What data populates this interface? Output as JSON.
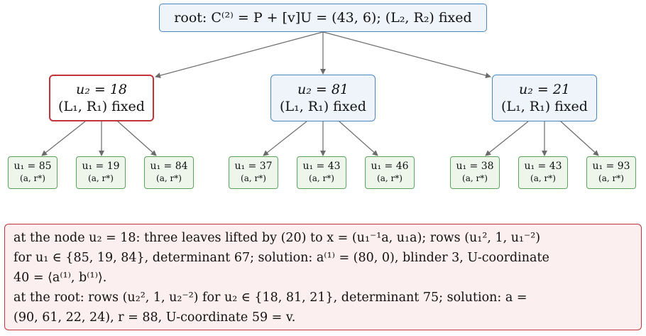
{
  "root": {
    "text": "root: C⁽²⁾ = P + [v]U = (43, 6); (L₂, R₂) fixed"
  },
  "mid_nodes": [
    {
      "line1": "u₂ = 18",
      "line2": "(L₁, R₁) fixed"
    },
    {
      "line1": "u₂ = 81",
      "line2": "(L₁, R₁) fixed"
    },
    {
      "line1": "u₂ = 21",
      "line2": "(L₁, R₁) fixed"
    }
  ],
  "leaves": [
    {
      "value": "u₁ = 85",
      "sub": "(a, r*)"
    },
    {
      "value": "u₁ = 19",
      "sub": "(a, r*)"
    },
    {
      "value": "u₁ = 84",
      "sub": "(a, r*)"
    },
    {
      "value": "u₁ = 37",
      "sub": "(a, r*)"
    },
    {
      "value": "u₁ = 43",
      "sub": "(a, r*)"
    },
    {
      "value": "u₁ = 46",
      "sub": "(a, r*)"
    },
    {
      "value": "u₁ = 38",
      "sub": "(a, r*)"
    },
    {
      "value": "u₁ = 43",
      "sub": "(a, r*)"
    },
    {
      "value": "u₁ = 93",
      "sub": "(a, r*)"
    }
  ],
  "note": {
    "line1": "at the node u₂ = 18: three leaves lifted by (20) to x = (u₁⁻¹a, u₁a); rows (u₁², 1, u₁⁻²)",
    "line2": "for u₁ ∈ {85, 19, 84}, determinant 67; solution: a⁽¹⁾ = (80, 0), blinder 3, U-coordinate",
    "line3": "40 = ⟨a⁽¹⁾, b⁽¹⁾⟩.",
    "line4": "at the root: rows (u₂², 1, u₂⁻²) for u₂ ∈ {18, 81, 21}, determinant 75; solution: a =",
    "line5": "(90, 61, 22, 24), r = 88, U-coordinate 59 = v."
  },
  "colors": {
    "edge": "#6b6b6b",
    "root_border": "#4a86c0",
    "highlight_border": "#c0343a",
    "leaf_border": "#5aa35a"
  }
}
